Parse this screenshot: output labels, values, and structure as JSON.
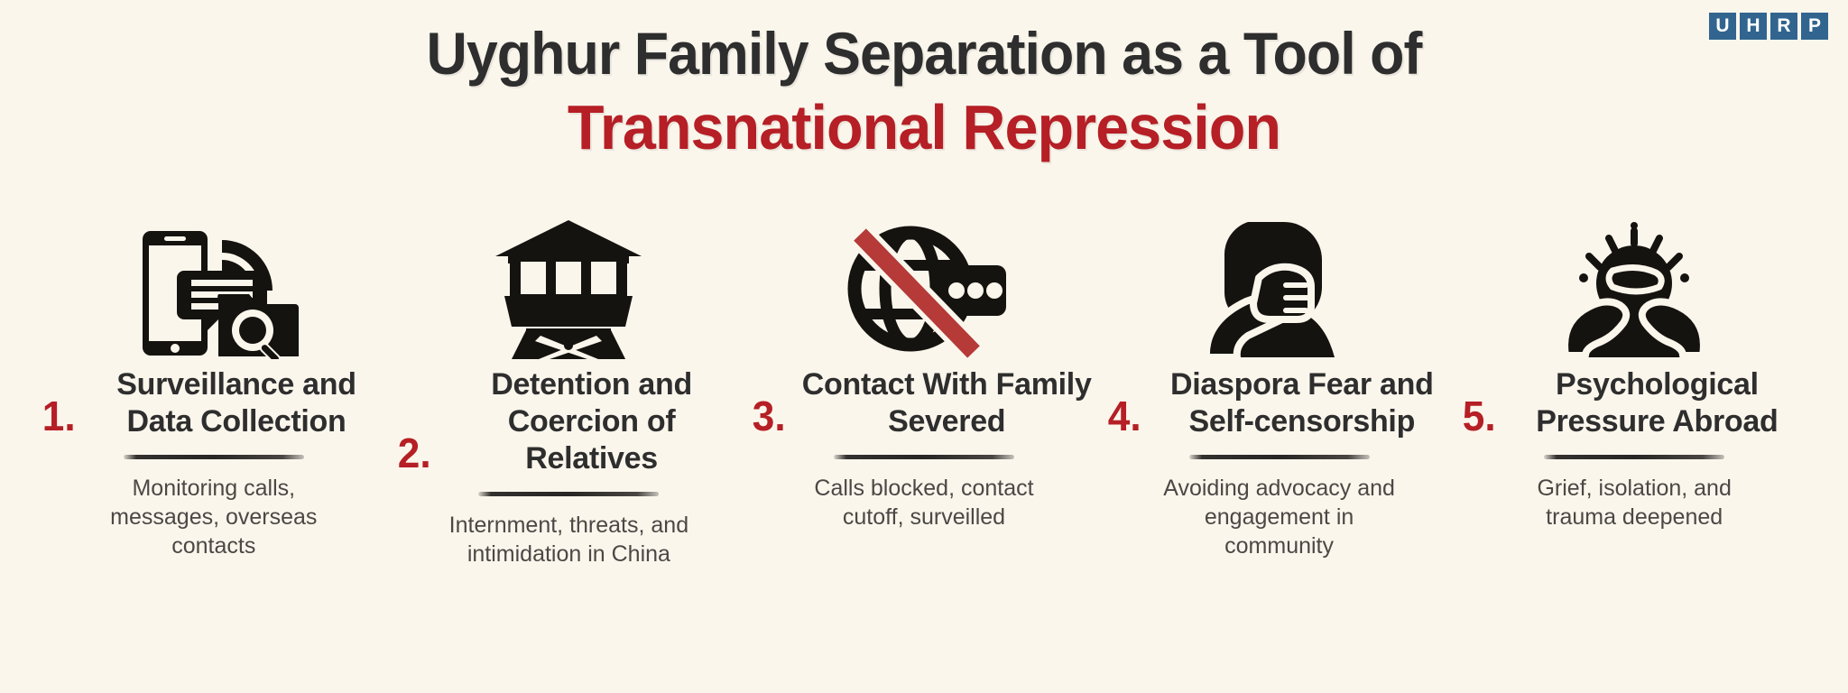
{
  "background_color": "#fbf6ec",
  "accent_color": "#b51f25",
  "text_color": "#2e2e2e",
  "logo": {
    "name": "UHRP",
    "tile_color": "#31658f",
    "letters": [
      "U",
      "H",
      "R",
      "P"
    ]
  },
  "title": {
    "line1": "Uyghur Family Separation as a Tool of",
    "line2": "Transnational Repression"
  },
  "columns": [
    {
      "number": "1.",
      "icon": "phone-wifi-chat-folder-search-icon",
      "heading": "Surveillance and Data Collection",
      "caption": "Monitoring calls, messages, overseas contacts"
    },
    {
      "number": "2.",
      "icon": "guard-watchtower-icon",
      "heading": "Detention and Coercion of Relatives",
      "caption": "Internment, threats, and intimidation in China"
    },
    {
      "number": "3.",
      "icon": "globe-blocked-chat-icon",
      "heading": "Contact With Family Severed",
      "caption": "Calls blocked, contact cutoff, surveilled"
    },
    {
      "number": "4.",
      "icon": "person-hand-over-mouth-icon",
      "heading": "Diaspora Fear and Self-censorship",
      "caption": "Avoiding advocacy and engagement in community"
    },
    {
      "number": "5.",
      "icon": "person-head-in-hands-stress-icon",
      "heading": "Psychological Pressure Abroad",
      "caption": "Grief, isolation, and trauma deepened"
    }
  ]
}
